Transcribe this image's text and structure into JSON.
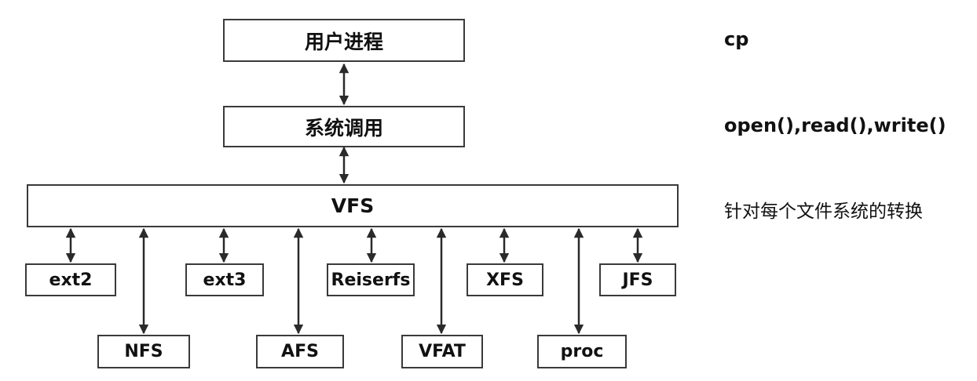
{
  "layers": {
    "user_process": "用户进程",
    "system_call": "系统调用",
    "vfs": "VFS"
  },
  "side_labels": {
    "user_process": "cp",
    "system_call": "open(),read(),write()",
    "vfs": "针对每个文件系统的转换"
  },
  "filesystems": {
    "ext2": "ext2",
    "ext3": "ext3",
    "reiserfs": "Reiserfs",
    "xfs": "XFS",
    "jfs": "JFS",
    "nfs": "NFS",
    "afs": "AFS",
    "vfat": "VFAT",
    "proc": "proc"
  },
  "colors": {
    "line": "#2a2a2a",
    "border": "#3a3a3a"
  }
}
